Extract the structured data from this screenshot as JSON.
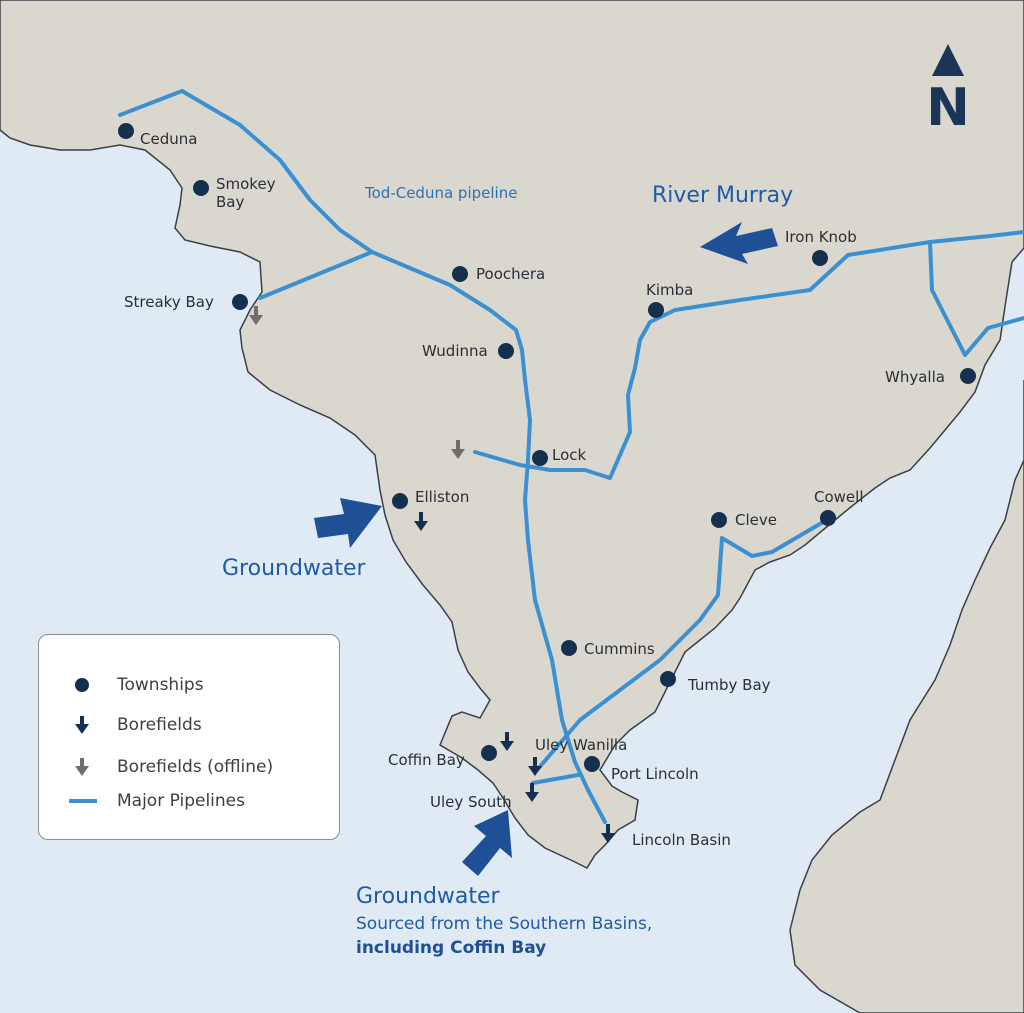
{
  "map": {
    "colors": {
      "sea": "#dfeaf5",
      "land": "#dad7cf",
      "coast": "#3b3f46",
      "pipeline": "#3a90d0",
      "township": "#15304f",
      "borefield": "#15304f",
      "borefield_offline": "#6e6e6e",
      "arrow": "#1f4f95",
      "title_text": "#1f5ba6"
    },
    "north_label": "N",
    "pipeline_label": "Tod-Ceduna pipeline",
    "sources": {
      "river_murray": "River Murray",
      "groundwater_west": "Groundwater",
      "groundwater_south_title": "Groundwater",
      "groundwater_south_line1": "Sourced from the Southern Basins,",
      "groundwater_south_line2": "including Coffin Bay"
    },
    "towns": [
      {
        "name": "Ceduna"
      },
      {
        "name": "Smokey\nBay"
      },
      {
        "name": "Streaky Bay"
      },
      {
        "name": "Poochera"
      },
      {
        "name": "Wudinna"
      },
      {
        "name": "Lock"
      },
      {
        "name": "Elliston"
      },
      {
        "name": "Kimba"
      },
      {
        "name": "Iron Knob"
      },
      {
        "name": "Whyalla"
      },
      {
        "name": "Cleve"
      },
      {
        "name": "Cowell"
      },
      {
        "name": "Cummins"
      },
      {
        "name": "Tumby Bay"
      },
      {
        "name": "Coffin Bay"
      },
      {
        "name": "Uley Wanilla"
      },
      {
        "name": "Port Lincoln"
      },
      {
        "name": "Uley South"
      },
      {
        "name": "Lincoln Basin"
      }
    ],
    "legend": [
      {
        "label": "Townships",
        "icon": "township-dot-icon"
      },
      {
        "label": "Borefields",
        "icon": "borefield-arrow-icon"
      },
      {
        "label": "Borefields (offline)",
        "icon": "borefield-offline-arrow-icon"
      },
      {
        "label": "Major Pipelines",
        "icon": "pipeline-line-icon"
      }
    ]
  }
}
